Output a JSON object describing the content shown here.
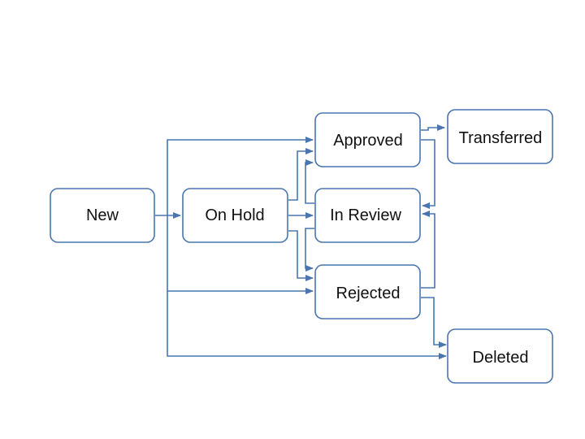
{
  "colors": {
    "border": "#4a76b0",
    "arrow": "#4a76b0",
    "text": "#111111",
    "background": "#ffffff"
  },
  "nodes": {
    "new": {
      "label": "New"
    },
    "on_hold": {
      "label": "On Hold"
    },
    "approved": {
      "label": "Approved"
    },
    "in_review": {
      "label": "In Review"
    },
    "rejected": {
      "label": "Rejected"
    },
    "transferred": {
      "label": "Transferred"
    },
    "deleted": {
      "label": "Deleted"
    }
  },
  "edges": [
    {
      "from": "New",
      "to": "On Hold"
    },
    {
      "from": "New",
      "to": "Approved"
    },
    {
      "from": "New",
      "to": "Rejected"
    },
    {
      "from": "New",
      "to": "Deleted"
    },
    {
      "from": "On Hold",
      "to": "Approved"
    },
    {
      "from": "On Hold",
      "to": "In Review"
    },
    {
      "from": "On Hold",
      "to": "Rejected"
    },
    {
      "from": "In Review",
      "to": "Approved"
    },
    {
      "from": "In Review",
      "to": "Rejected"
    },
    {
      "from": "Approved",
      "to": "Transferred"
    },
    {
      "from": "Approved",
      "to": "In Review"
    },
    {
      "from": "Rejected",
      "to": "In Review"
    },
    {
      "from": "Rejected",
      "to": "Deleted"
    }
  ]
}
